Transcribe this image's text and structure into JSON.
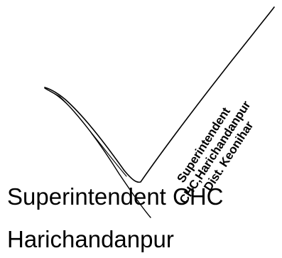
{
  "signature": {
    "kind": "handwritten signature (tick-shaped stroke)",
    "ink_color": "#000000"
  },
  "stamp": {
    "line1": "Superintendent",
    "line2": "CHC,Harichandanpur",
    "line3": "Dist. Keonihar",
    "ink_color": "#000000"
  },
  "designation": {
    "line1": "Superintendent CHC",
    "line2": "Harichandanpur"
  },
  "colors": {
    "background": "#ffffff",
    "text": "#000000"
  }
}
